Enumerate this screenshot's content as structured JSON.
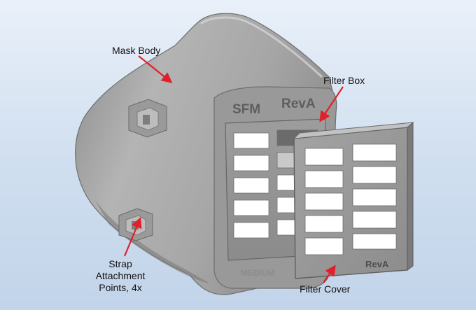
{
  "labels": {
    "mask_body": "Mask Body",
    "filter_box": "Filter Box",
    "strap": [
      "Strap",
      "Attachment",
      "Points, 4x"
    ],
    "filter_cover": "Filter Cover"
  },
  "embossed_text": {
    "box_left": "SFM",
    "box_right": "RevA",
    "cover": "RevA",
    "bottom": "MEDIUM"
  },
  "colors": {
    "arrow": "#e0202a",
    "background_top": "#e9f0f9",
    "background_bottom": "#c2d4ea"
  }
}
